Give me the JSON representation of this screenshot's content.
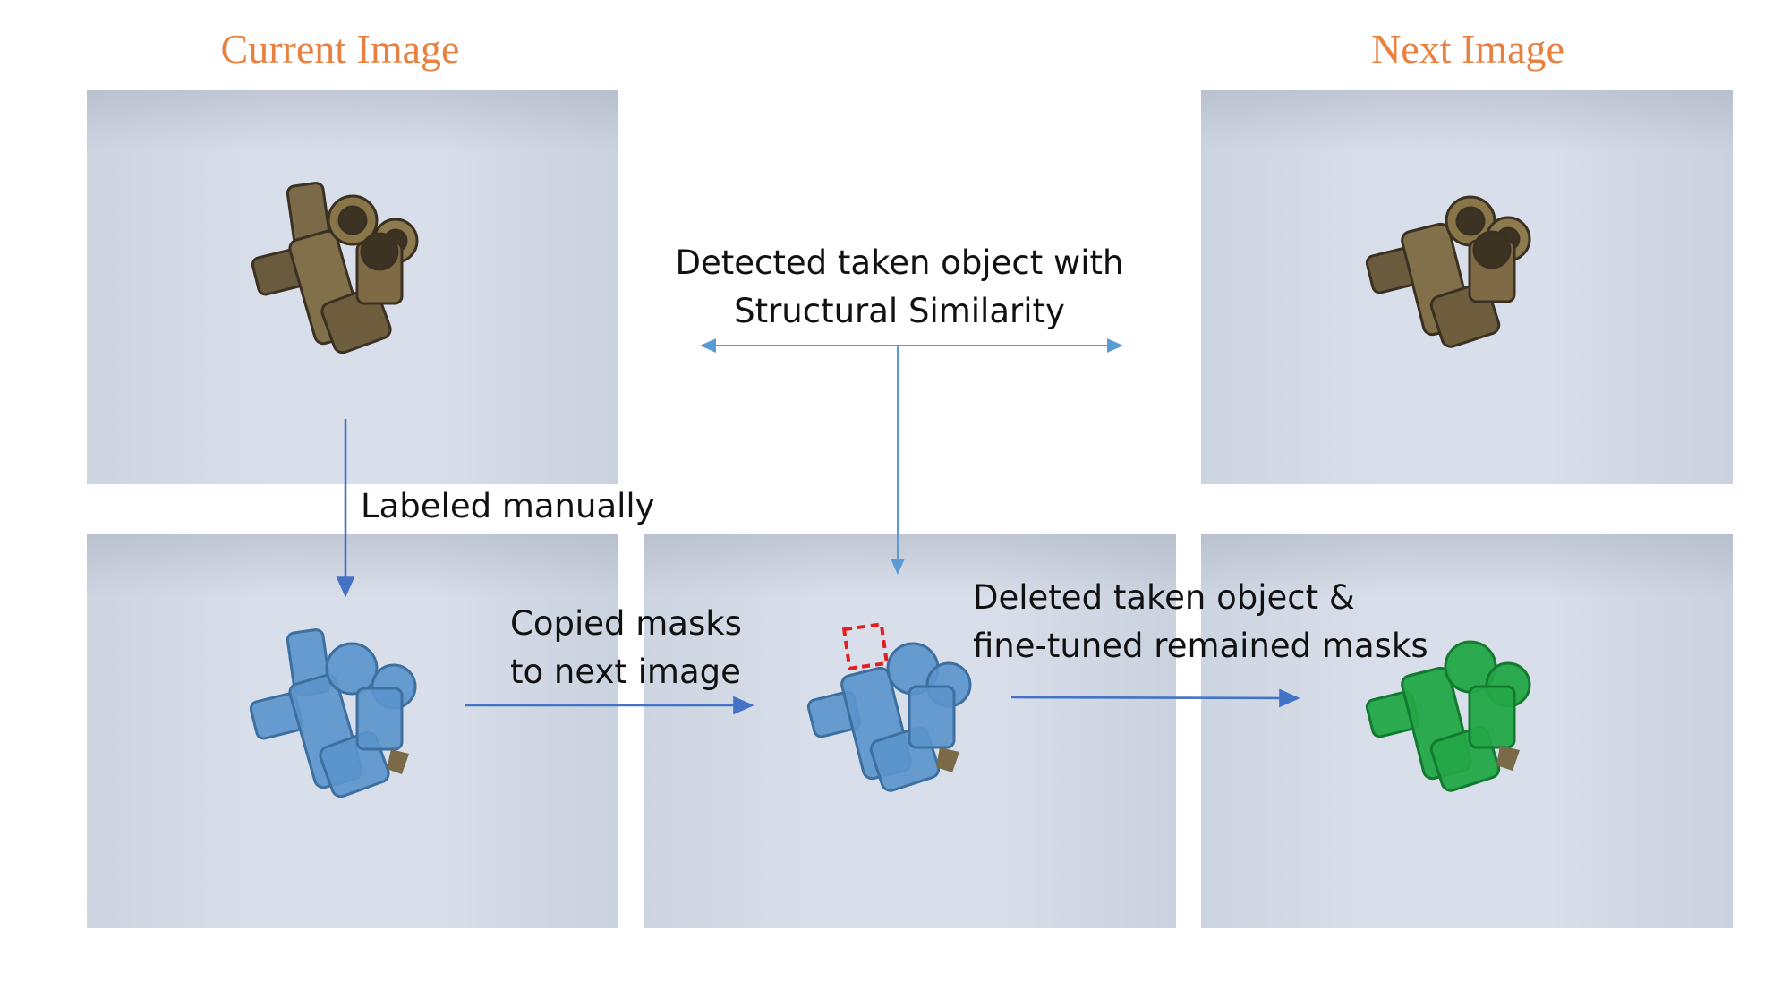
{
  "titles": {
    "current": "Current Image",
    "next": "Next Image"
  },
  "labels": {
    "detected_line1": "Detected taken object with",
    "detected_line2": "Structural Similarity",
    "labeled": "Labeled manually",
    "copied_line1": "Copied masks",
    "copied_line2": "to next image",
    "deleted_line1": "Deleted taken object &",
    "deleted_line2": "fine-tuned remained masks"
  },
  "colors": {
    "title": "#E8803F",
    "arrow_dark": "#4472C4",
    "arrow_light": "#5B9BD5",
    "mask_blue": "#5B95CC",
    "mask_green": "#23A647",
    "brass": "#7a6a48",
    "taken_box": "#E02020"
  },
  "panels": [
    {
      "id": "current-raw",
      "content": "raw objects"
    },
    {
      "id": "current-labeled",
      "content": "blue masks"
    },
    {
      "id": "copied-masks",
      "content": "blue masks with taken object marked"
    },
    {
      "id": "next-raw",
      "content": "raw objects"
    },
    {
      "id": "next-labeled",
      "content": "green masks"
    }
  ]
}
